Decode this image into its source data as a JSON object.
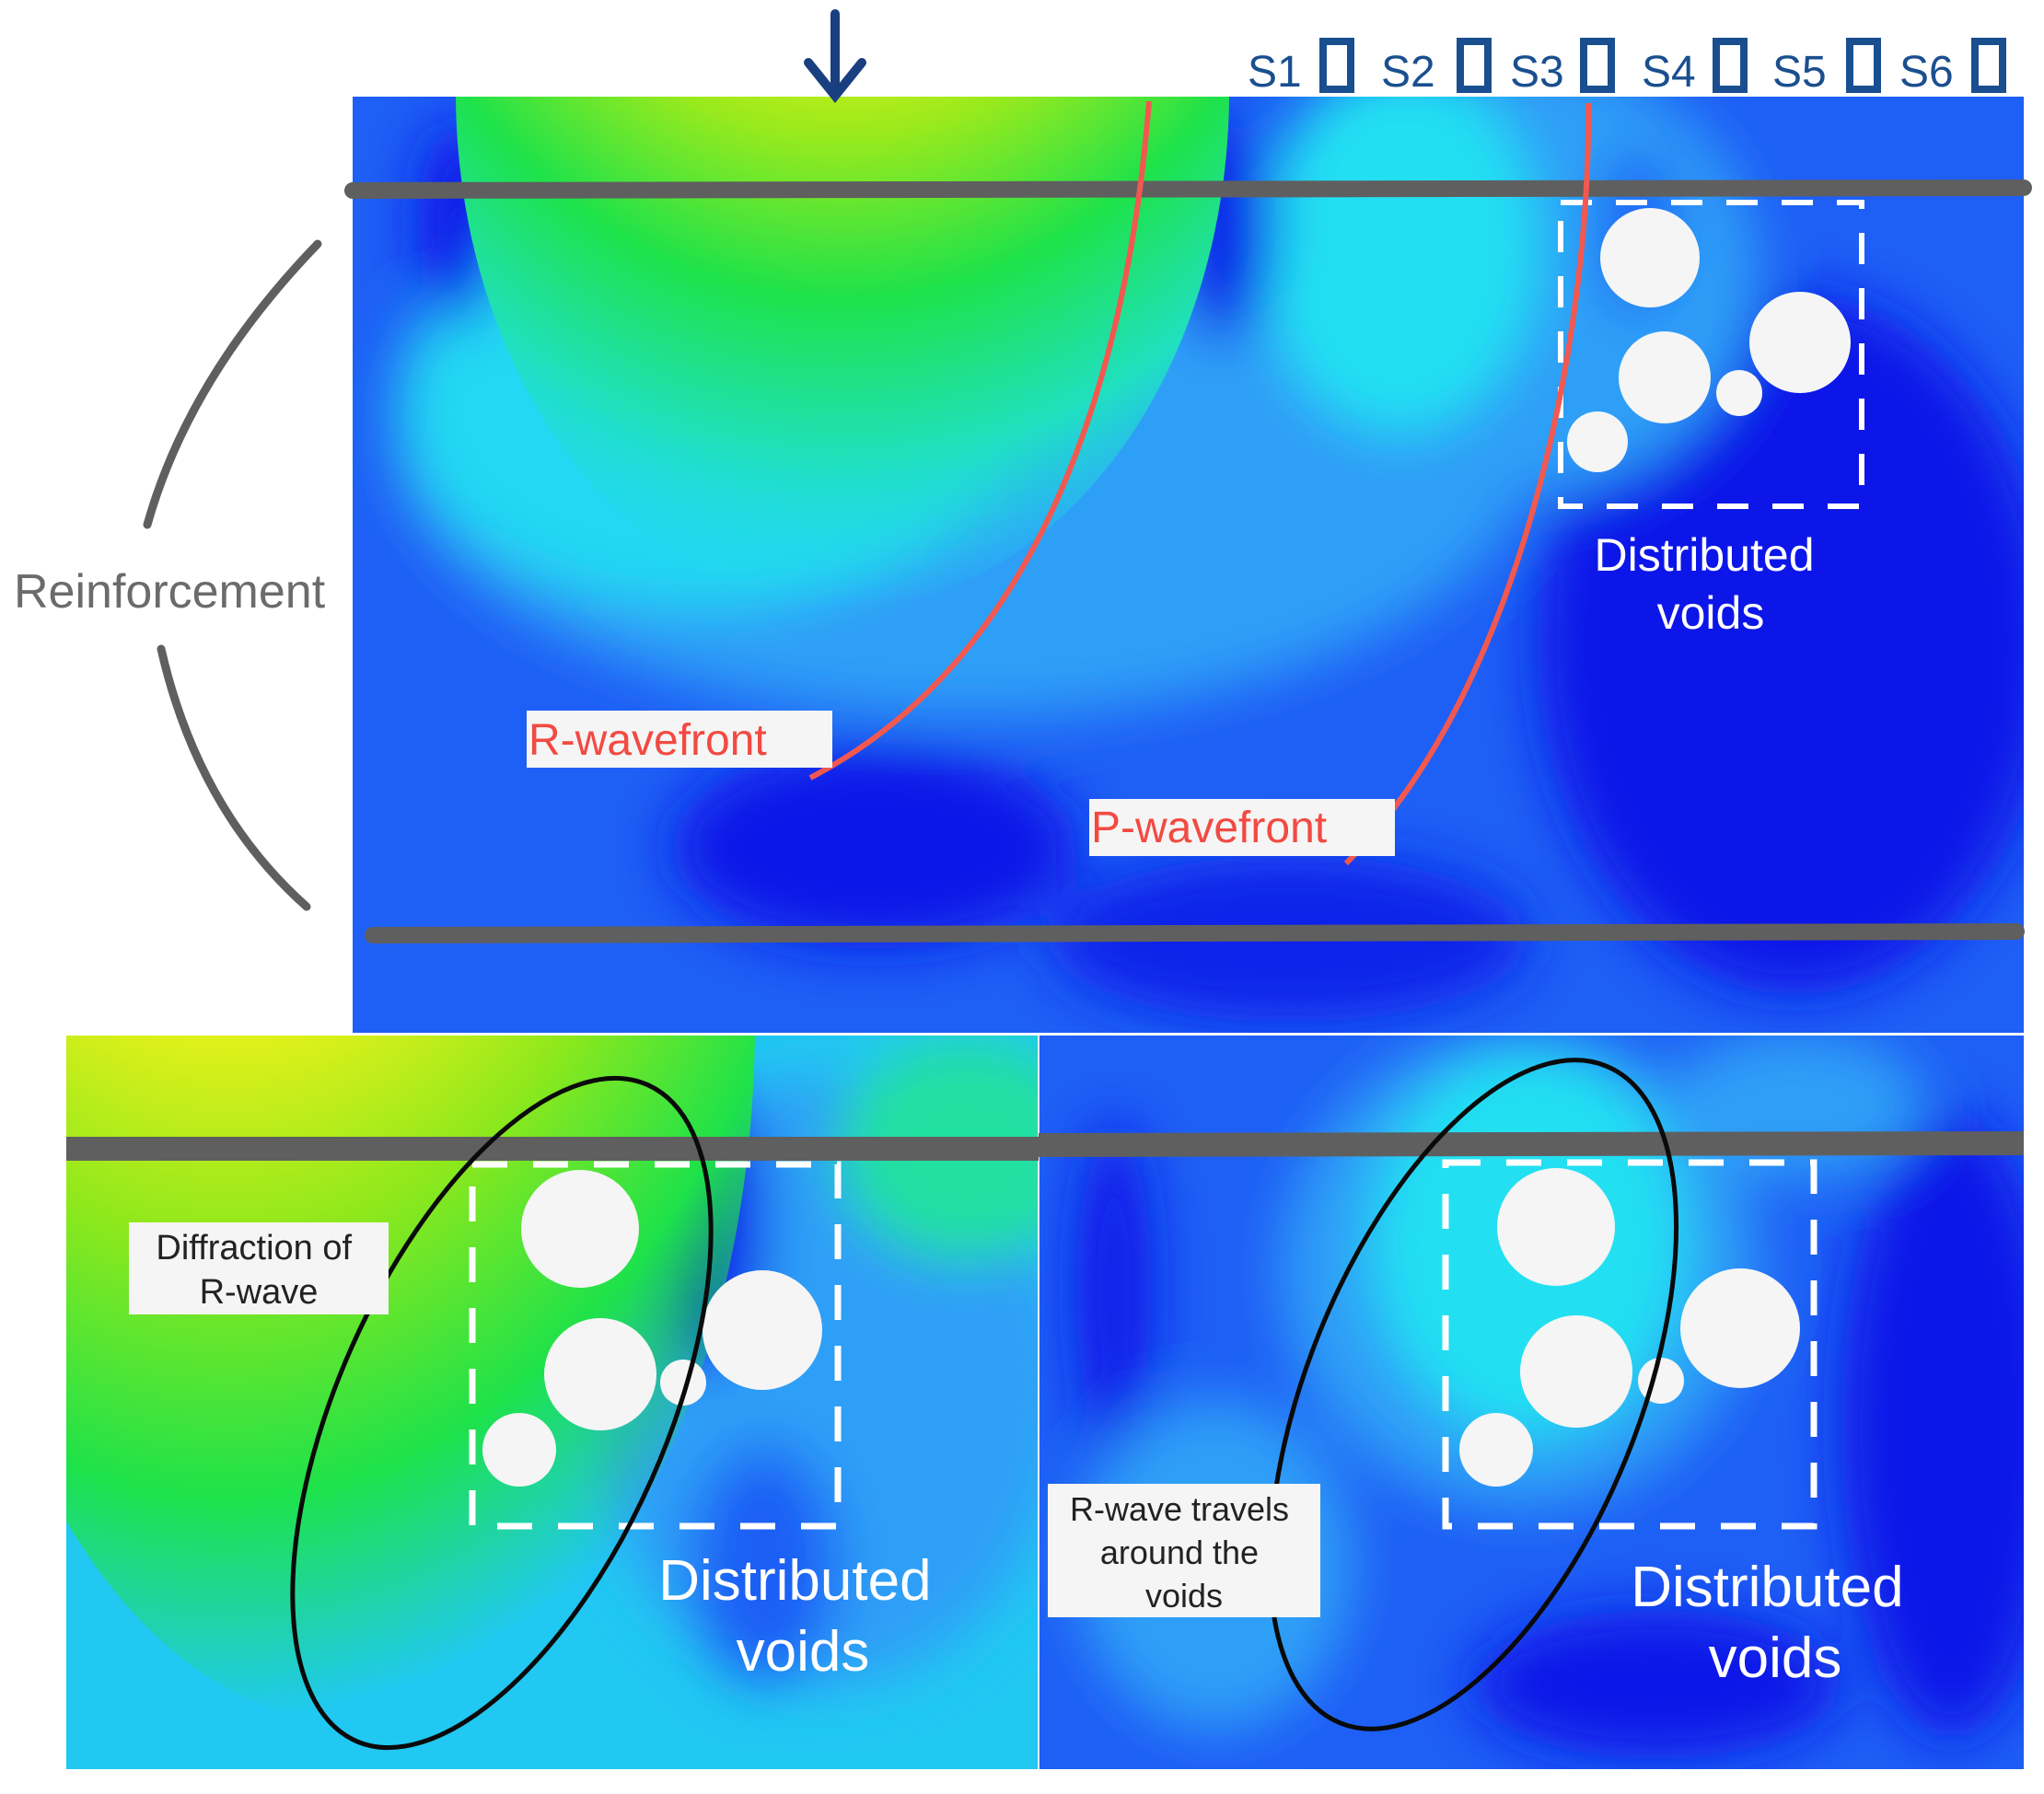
{
  "sensors": [
    "S1",
    "S2",
    "S3",
    "S4",
    "S5",
    "S6"
  ],
  "labels": {
    "reinforcement": "Reinforcement",
    "r_wavefront": "R-wavefront",
    "p_wavefront": "P-wavefront",
    "distributed_voids_line1": "Distributed",
    "distributed_voids_line2": "voids",
    "diffraction_line1": "Diffraction of",
    "diffraction_line2": "R-wave",
    "travels_line1": "R-wave travels",
    "travels_line2": "around the",
    "travels_line3": "voids"
  },
  "colors": {
    "deep_blue": "#0a14e8",
    "blue": "#1e5ff5",
    "light_blue": "#2f9ff7",
    "cyan": "#21e0f2",
    "green": "#1ee24a",
    "yellow": "#f2f21a",
    "orange": "#f58c14",
    "red": "#f51a0a",
    "rebar": "#5f5f5f",
    "wavefront": "#f2584f",
    "sensor_text": "#1a4f8f",
    "source_arrow": "#1a3f80"
  },
  "icons": {
    "source": "down-arrow-icon",
    "sensor": "sensor-square-icon"
  }
}
